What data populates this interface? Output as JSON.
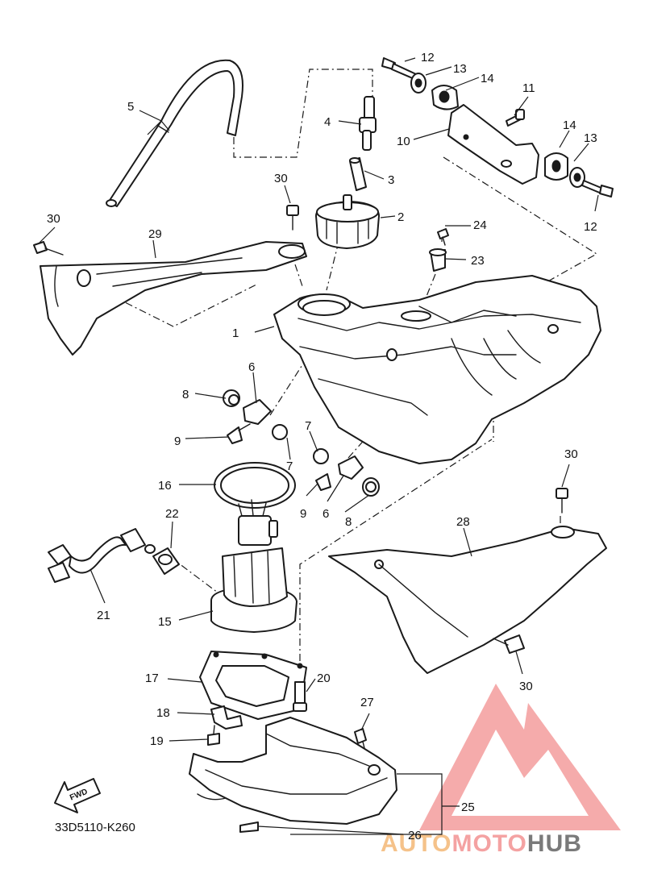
{
  "diagram_code": "33D5110-K260",
  "fwd_label": "FWD",
  "watermark": {
    "part1": "AUTO",
    "part2": "MOTO",
    "part3": "HUB",
    "color_primary": "#f4a2a2",
    "color_secondary": "#f5c28a",
    "color_dark": "#7a7a7a"
  },
  "callouts": {
    "c1": "1",
    "c2": "2",
    "c3": "3",
    "c4": "4",
    "c5": "5",
    "c6a": "6",
    "c6b": "6",
    "c7a": "7",
    "c7b": "7",
    "c8a": "8",
    "c8b": "8",
    "c9a": "9",
    "c9b": "9",
    "c10": "10",
    "c11": "11",
    "c12a": "12",
    "c12b": "12",
    "c13a": "13",
    "c13b": "13",
    "c14a": "14",
    "c14b": "14",
    "c15": "15",
    "c16": "16",
    "c17": "17",
    "c18": "18",
    "c19": "19",
    "c20": "20",
    "c21": "21",
    "c22": "22",
    "c23": "23",
    "c24": "24",
    "c25": "25",
    "c26": "26",
    "c27": "27",
    "c28": "28",
    "c29": "29",
    "c30a": "30",
    "c30b": "30",
    "c30c": "30",
    "c30d": "30"
  }
}
